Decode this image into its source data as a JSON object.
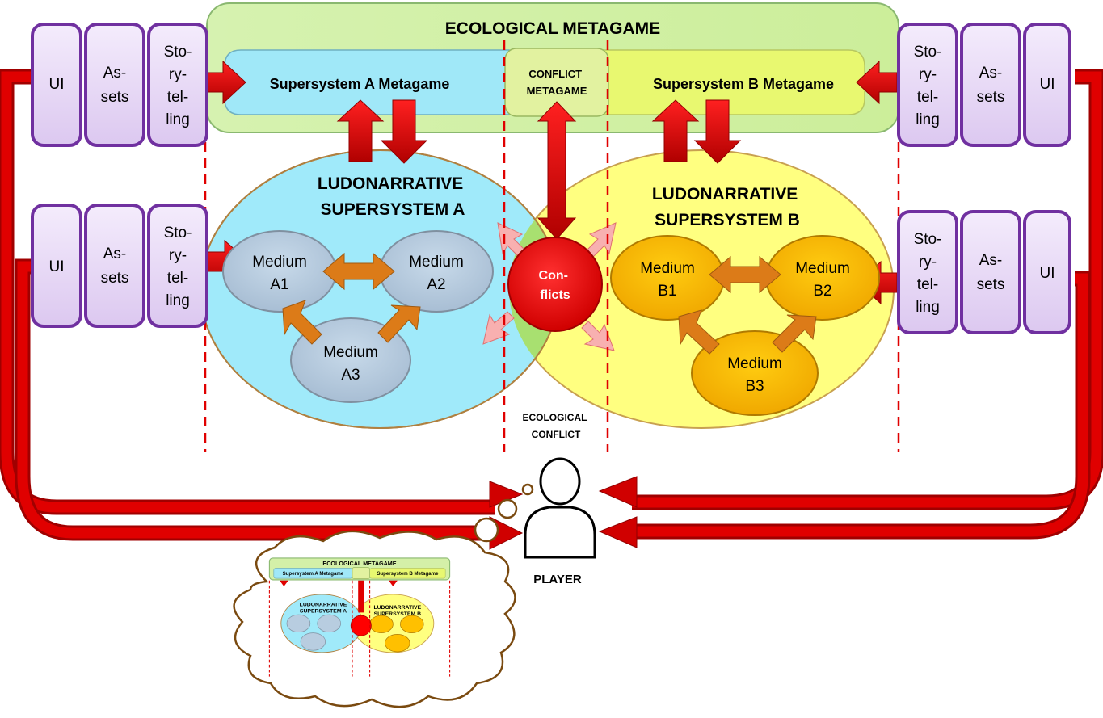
{
  "ecological_metagame": "ECOLOGICAL METAGAME",
  "supersystem_a_metagame": "Supersystem A Metagame",
  "supersystem_b_metagame": "Supersystem B Metagame",
  "conflict_metagame": [
    "CONFLICT",
    "METAGAME"
  ],
  "ludonarrative_a": [
    "LUDONARRATIVE",
    "SUPERSYSTEM A"
  ],
  "ludonarrative_b": [
    "LUDONARRATIVE",
    "SUPERSYSTEM B"
  ],
  "conflicts": [
    "Con-",
    "flicts"
  ],
  "ecological_conflict": [
    "ECOLOGICAL",
    "CONFLICT"
  ],
  "player": "PLAYER",
  "media_a": [
    [
      "Medium",
      "A1"
    ],
    [
      "Medium",
      "A2"
    ],
    [
      "Medium",
      "A3"
    ]
  ],
  "media_b": [
    [
      "Medium",
      "B1"
    ],
    [
      "Medium",
      "B2"
    ],
    [
      "Medium",
      "B3"
    ]
  ],
  "left_tabs": {
    "ui": "UI",
    "assets": [
      "As-",
      "sets"
    ],
    "storytelling": [
      "Sto-",
      "ry-",
      "tel-",
      "ling"
    ]
  },
  "right_tabs": {
    "ui": "UI",
    "assets": [
      "As-",
      "sets"
    ],
    "storytelling": [
      "Sto-",
      "ry-",
      "tel-",
      "ling"
    ]
  },
  "colors": {
    "ecological": "#d4f0a8",
    "supersystem_a": "#9fe8f8",
    "supersystem_b": "#ffff80",
    "conflict_metagame": "#e4f29e",
    "medium_a": "#b8cde0",
    "medium_b": "#ffc000",
    "conflicts": "#ff0000",
    "big_arrow": "#dd0000",
    "medium_arrow": "#dc7b18",
    "tab_fill": "#ecdcf8",
    "tab_stroke": "#7030a0"
  }
}
